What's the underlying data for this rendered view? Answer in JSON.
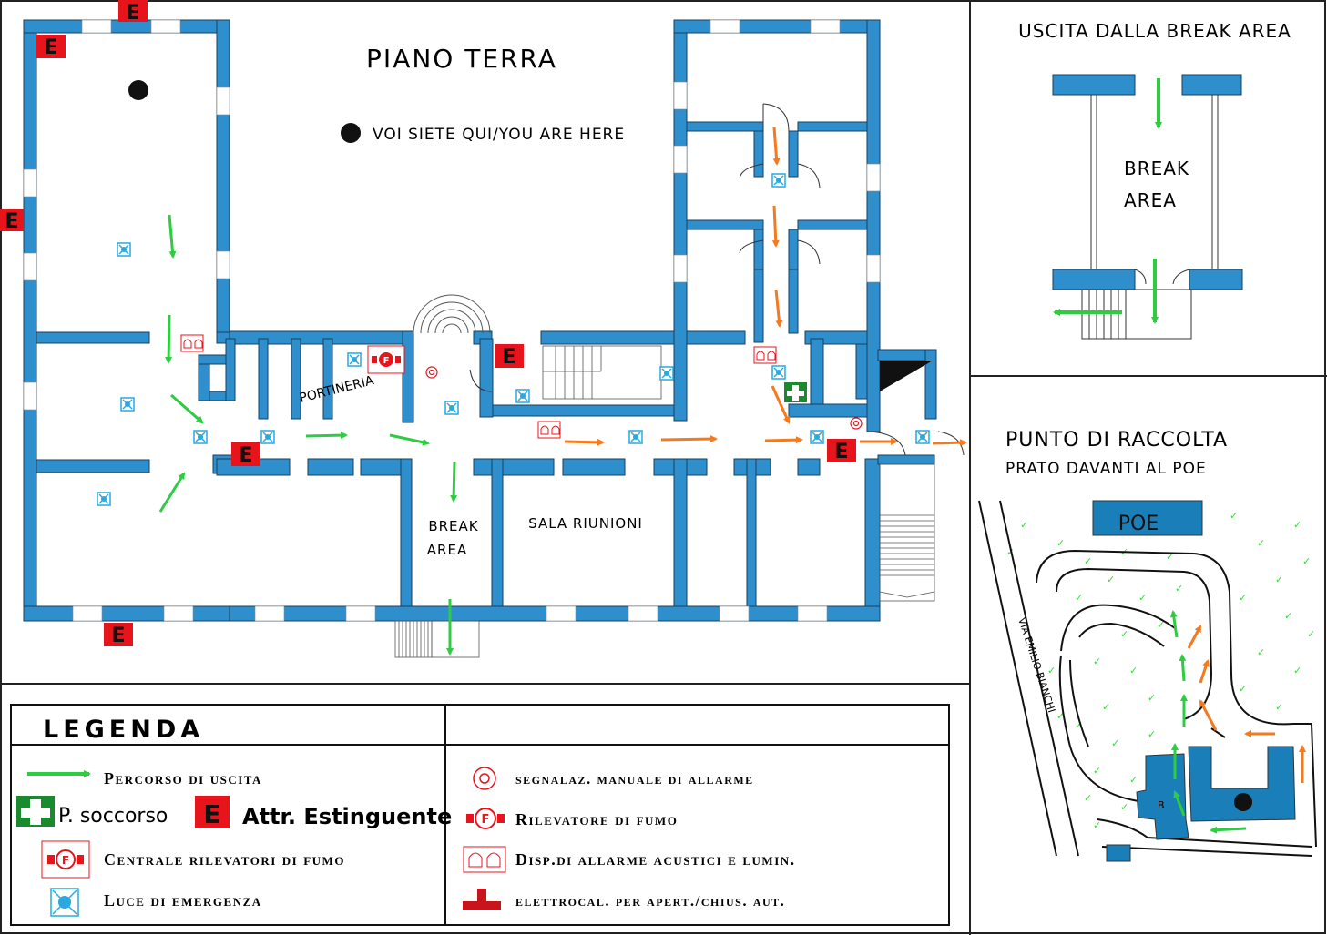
{
  "main_plan": {
    "title": "PIANO TERRA",
    "you_are_here": "VOI SIETE QUI/YOU ARE HERE",
    "room_portineria": "PORTINERIA",
    "room_break_area_1": "BREAK",
    "room_break_area_2": "AREA",
    "room_sala_riunioni": "SALA RIUNIONI",
    "extinguisher_letter": "E",
    "smoke_letter": "F"
  },
  "break_area_panel": {
    "title": "USCITA DALLA BREAK AREA",
    "label_1": "BREAK",
    "label_2": "AREA"
  },
  "assembly_panel": {
    "title": "PUNTO DI RACCOLTA",
    "subtitle": "PRATO DAVANTI AL POE",
    "building_label": "POE",
    "street_label": "VIA EMILIO BIANCHI",
    "building_b": "B"
  },
  "legend": {
    "title": "LEGENDA",
    "exit_route": "Percorso di uscita",
    "first_aid": "P. soccorso",
    "extinguisher": "Attr. Estinguente",
    "smoke_central": "Centrale rilevatori di fumo",
    "emergency_light": "Luce di emergenza",
    "manual_alarm": "segnalaz. manuale di allarme",
    "smoke_detector": "Rilevatore di fumo",
    "alarm_devices": "Disp.di allarme acustici e lumin.",
    "electromagnet": "elettrocal. per apert./chius. aut."
  },
  "colors": {
    "wall": "#2f8fcd",
    "exit_green": "#2ecc40",
    "exit_orange": "#f47a1f",
    "extinguisher_red": "#e8141b",
    "emergency_cyan": "#2aa9e0",
    "first_aid_green": "#1a8a2e"
  },
  "icons": [
    "extinguisher-icon",
    "emergency-light-icon",
    "smoke-detector-icon",
    "alarm-device-icon",
    "manual-alarm-icon",
    "first-aid-icon",
    "exit-arrow-icon",
    "you-are-here-dot"
  ]
}
